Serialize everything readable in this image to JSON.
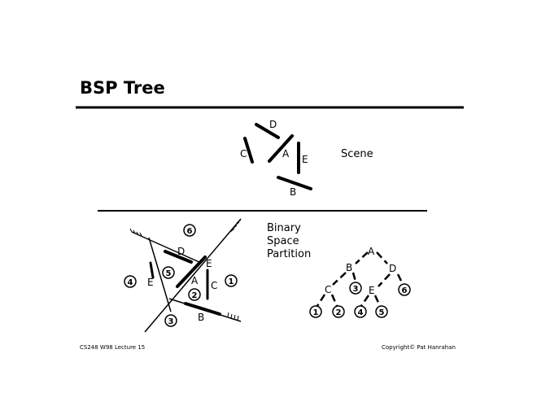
{
  "title": "BSP Tree",
  "scene": {
    "label": "Scene",
    "segment_labels": {
      "A": "A",
      "B": "B",
      "C": "C",
      "D": "D",
      "E": "E"
    }
  },
  "partition": {
    "label_lines": [
      "Binary",
      "Space",
      "Partition"
    ],
    "segment_labels": {
      "A": "A",
      "B": "B",
      "C": "C",
      "D": "D",
      "E": "E"
    },
    "regions": [
      "1",
      "2",
      "3",
      "4",
      "5",
      "6"
    ]
  },
  "tree": {
    "nodes": [
      "A",
      "B",
      "D",
      "C",
      "E"
    ],
    "leaves": [
      "1",
      "2",
      "3",
      "4",
      "5",
      "6"
    ]
  },
  "footer": {
    "left": "CS248 W98 Lecture 15",
    "right": "Copyright© Pat Hanrahan"
  }
}
